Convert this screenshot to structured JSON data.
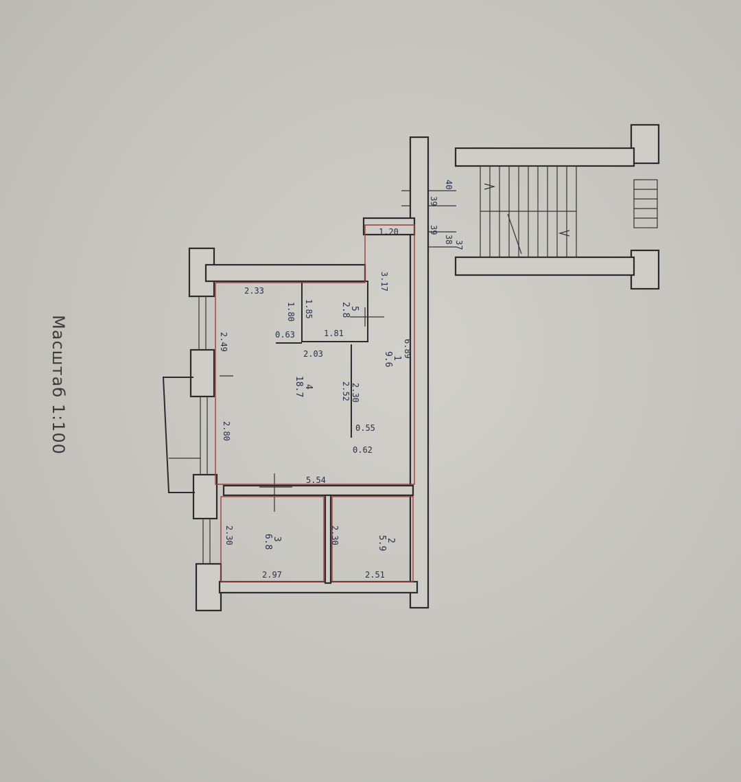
{
  "scale_label": "Масштаб 1:100",
  "rooms": [
    {
      "id": "1",
      "number": "1",
      "area": "9.6"
    },
    {
      "id": "2",
      "number": "2",
      "area": "5.9"
    },
    {
      "id": "3",
      "number": "3",
      "area": "6.8"
    },
    {
      "id": "4",
      "number": "4",
      "area": "18.7"
    },
    {
      "id": "5",
      "number": "5",
      "area": "2.8"
    }
  ],
  "dimensions": [
    "1.20",
    "3.17",
    "2.33",
    "2.49",
    "1.80",
    "1.85",
    "0.63",
    "1.81",
    "2.03",
    "6.89",
    "2.30",
    "2.52",
    "0.55",
    "0.62",
    "2.80",
    "5.54",
    "2.30",
    "2.30",
    "2.97",
    "2.51"
  ],
  "stair_marks": [
    "40",
    "39",
    "39",
    "38",
    "37"
  ],
  "colors": {
    "paper": "#c9c8c3",
    "ink": "#2b2b2b",
    "label_ink": "#2a2f4a",
    "outline_red": "#a23b3b"
  }
}
